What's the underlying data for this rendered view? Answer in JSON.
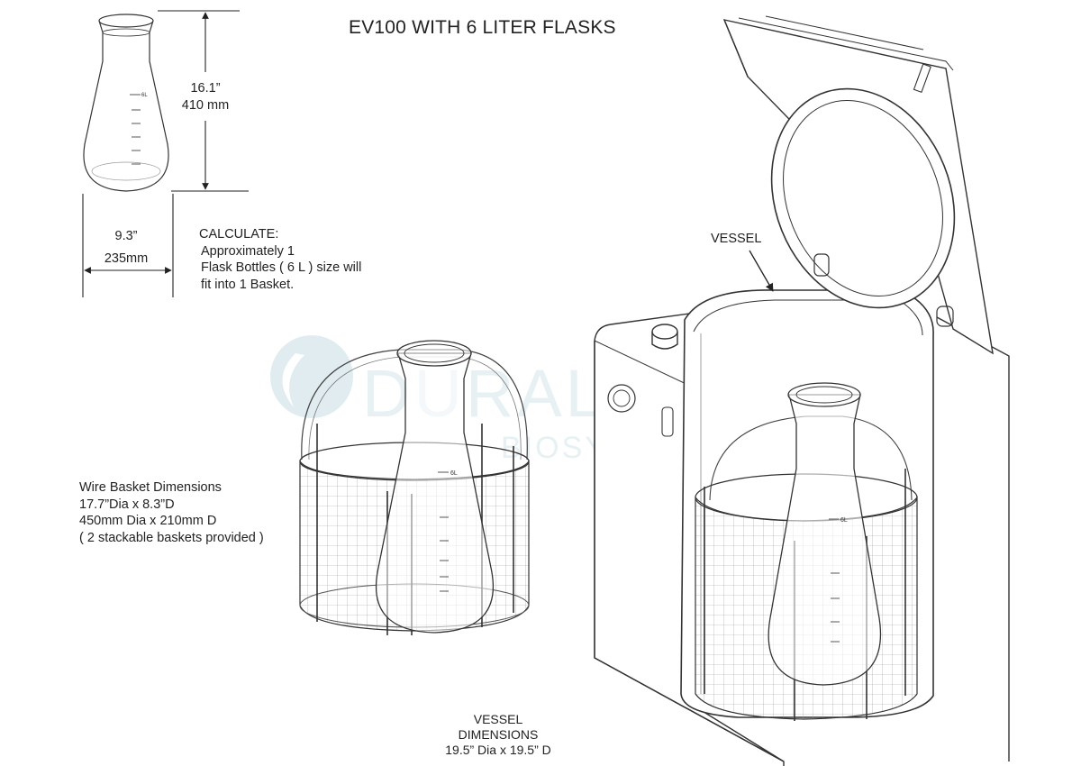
{
  "title": "EV100 WITH 6 LITER FLASKS",
  "flask": {
    "height_in": "16.1”",
    "height_mm": "410 mm",
    "width_in": "9.3”",
    "width_mm": "235mm",
    "graduation_label": "6L"
  },
  "calculate": {
    "heading": "CALCULATE:",
    "lines": [
      "Approximately  1",
      "Flask Bottles ( 6 L ) size will",
      "fit into 1 Basket."
    ]
  },
  "basket": {
    "heading": "Wire Basket Dimensions",
    "lines": [
      "17.7”Dia x 8.3”D",
      "450mm Dia x 210mm D",
      "( 2 stackable baskets provided )"
    ]
  },
  "vessel": {
    "label": "VESSEL",
    "dims_lines": [
      "VESSEL",
      "DIMENSIONS",
      "19.5” Dia x 19.5” D"
    ]
  },
  "watermark": {
    "name": "DURALINE",
    "sub": "BIOSYSTEMS INC",
    "color": "#c9dde6"
  },
  "colors": {
    "ink": "#222222",
    "line": "#333333",
    "grid": "#8a8a8a"
  }
}
